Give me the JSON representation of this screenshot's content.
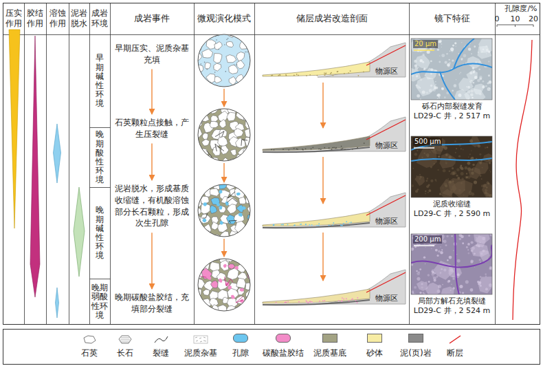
{
  "diagram": {
    "nodes": [
      {
        "text": [
          "早期碱性环境"
        ]
      },
      {
        "text": [
          "晚期酸性环境"
        ]
      },
      {
        "text": [
          "晚期碱性环境"
        ]
      },
      {
        "text": [
          "晚期弱酸性环境"
        ]
      },
      {
        "text": [
          "早期压实、泥质杂基充填"
        ]
      },
      {
        "text": [
          "石英颗粒点接触，产生压裂缝"
        ]
      },
      {
        "text": [
          "泥岩脱水，形成基质收缩缝，有机酸溶蚀部分长石颗粒，形成次生孔隙"
        ]
      },
      {
        "text": [
          "晚期碳酸盐胶结，充填部分裂缝"
        ]
      }
    ],
    "edges": [
      {
        "from": 4,
        "to": 5,
        "arrow": "to"
      },
      {
        "from": 5,
        "to": 6,
        "arrow": "to"
      },
      {
        "from": 6,
        "to": 7,
        "arrow": "to"
      }
    ],
    "labels": [
      "压实作用",
      "胶结作用",
      "溶蚀作用",
      "泥岩脱水",
      "成岩环境",
      "成岩事件",
      "微观演化模式",
      "储层成岩改造剖面",
      "镜下特征",
      "孔隙度/%",
      "0",
      "10",
      "20",
      "物源区",
      "物源区",
      "物源区",
      "物源区",
      "20 μm",
      "砾石内部裂缝发育",
      "LD29-C 井，2 517 m",
      "500 μm",
      "泥质收缩缝",
      "LD29-C 井，2 590 m",
      "200 μm",
      "局部方解石充填裂缝",
      "LD29-C 井，2 524 m"
    ],
    "legend": [
      {
        "text": "石英"
      },
      {
        "text": "长石"
      },
      {
        "text": "裂缝"
      },
      {
        "text": "泥质杂基"
      },
      {
        "text": "孔隙",
        "color": "#6cc6ef"
      },
      {
        "text": "碳酸盐胶结",
        "color": "#f38cc8"
      },
      {
        "text": "泥质基底",
        "color": "#a3a384"
      },
      {
        "text": "砂体",
        "color": "#f7eca4"
      },
      {
        "text": "泥(页)岩",
        "color": "#8a8a8a"
      },
      {
        "text": "断层"
      }
    ]
  }
}
